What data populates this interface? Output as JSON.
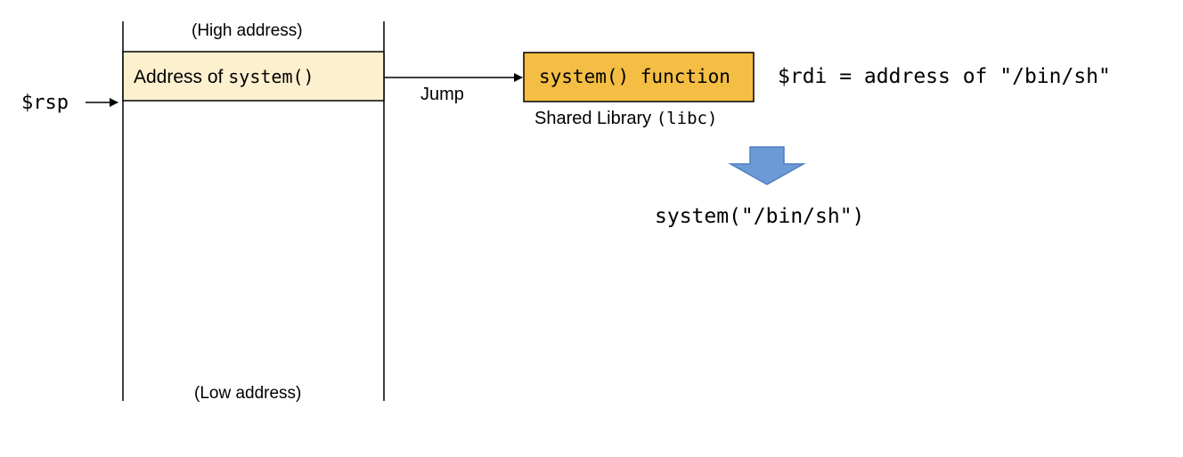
{
  "stack": {
    "high_address_label": "(High address)",
    "low_address_label": "(Low address)",
    "slot_prefix": "Address of ",
    "slot_code": "system()"
  },
  "pointer": {
    "register_label": "$rsp"
  },
  "jump": {
    "label": "Jump"
  },
  "library": {
    "function_label": "system() function",
    "caption_prefix": "Shared Library ",
    "caption_code": "(libc)"
  },
  "register_note": "$rdi = address of \"/bin/sh\"",
  "result_call": "system(\"/bin/sh\")",
  "colors": {
    "stack_slot_fill": "#FCF0CF",
    "function_box_fill": "#F4BD43",
    "result_arrow_fill": "#6B9AD6",
    "result_arrow_stroke": "#4E7FC1",
    "line_color": "#000000"
  }
}
